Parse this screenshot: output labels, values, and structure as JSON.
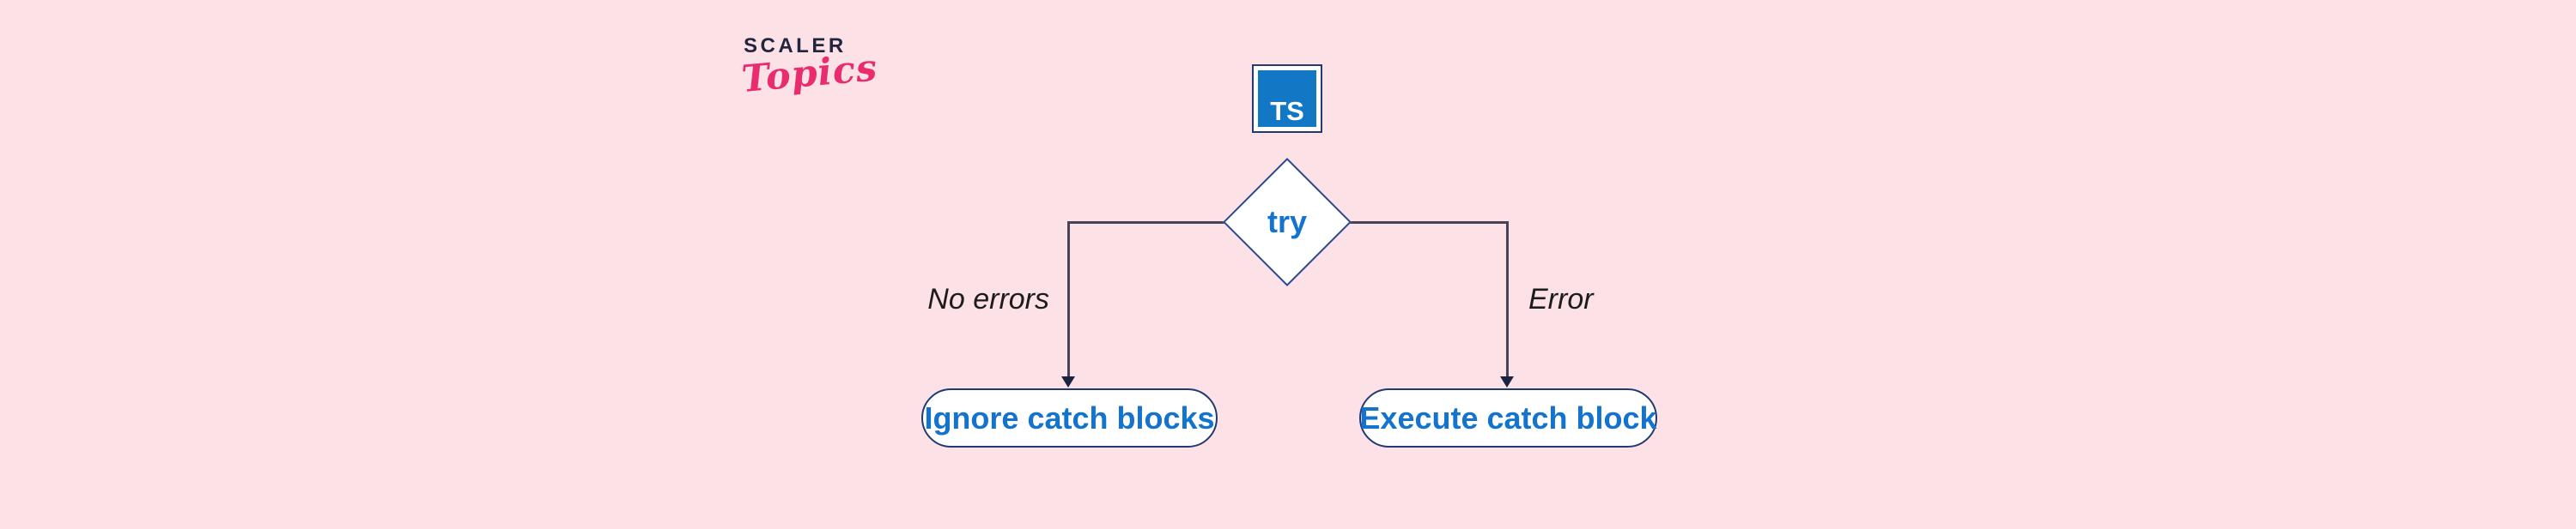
{
  "colors": {
    "background": "#fce1e6",
    "accent_blue": "#1373cf",
    "ts_blue": "#1277c5",
    "diamond_border": "#2b4a8f",
    "pill_border": "#233a70",
    "line": "#45425a",
    "arrow": "#1b2340",
    "logo_navy": "#21253d",
    "logo_pink": "#e82c6e",
    "label_dark": "#1c1c1c"
  },
  "brand": {
    "name": "SCALER",
    "sub": "Topics"
  },
  "diagram": {
    "ts_badge": "TS",
    "root_node": "try",
    "branches": [
      {
        "condition": "No errors",
        "result": "Ignore catch blocks"
      },
      {
        "condition": "Error",
        "result": "Execute catch block"
      }
    ]
  }
}
